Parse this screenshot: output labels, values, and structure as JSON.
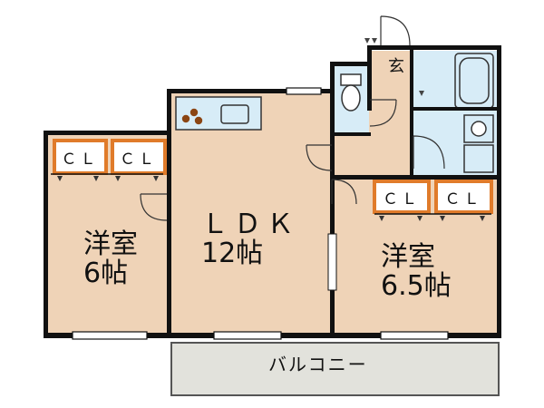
{
  "rooms": {
    "western_left": {
      "name": "洋室",
      "size": "6帖"
    },
    "ldk": {
      "name": "ＬＤＫ",
      "size": "12帖"
    },
    "western_right": {
      "name": "洋室",
      "size": "6.5帖"
    },
    "entrance": {
      "name": "玄"
    },
    "balcony": {
      "name": "バルコニー"
    }
  },
  "closets": {
    "label": "ＣＬ"
  },
  "colors": {
    "room_fill": "#efd3b7",
    "wet_area_fill": "#d7ecf7",
    "balcony_fill": "#e2e2dc",
    "wall": "#111111",
    "closet_border": "#e07b2a"
  }
}
